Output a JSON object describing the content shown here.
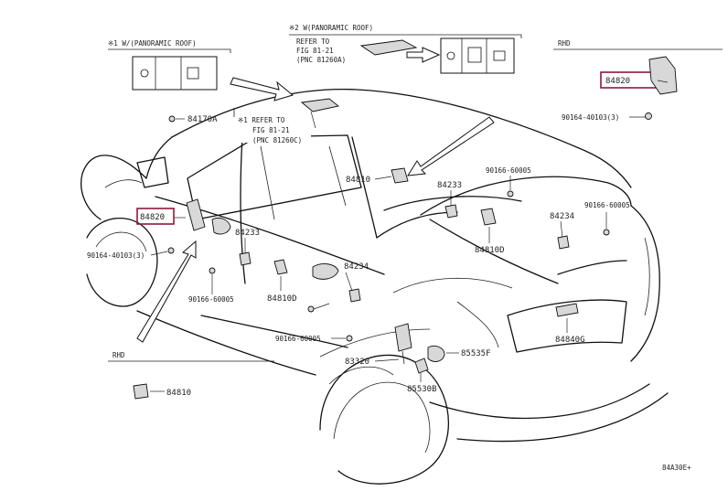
{
  "diagram": {
    "note_panorama_left": "※1 W/(PANORAMIC ROOF)",
    "note_panorama_top": "※2 W(PANORAMIC ROOF)",
    "refer_top": [
      "REFER TO",
      "FIG 81-21",
      "(PNC 81260A)"
    ],
    "refer_mid_line1": "※1 REFER TO",
    "refer_mid_line2": "FIG 81-21",
    "refer_mid_line3": "(PNC 81260C)",
    "rhd_top": "RHD",
    "rhd_bottom": "RHD",
    "diagram_code": "84A30E+",
    "labels": {
      "p84820_right": "84820",
      "p84820_left": "84820",
      "p84170A": "84170A",
      "p90164_right": "90164-40103(3)",
      "p90164_left": "90164-40103(3)",
      "p84810": "84810",
      "p84233_mid": "84233",
      "p84233_left": "84233",
      "p90166_top": "90166-60005",
      "p90166_right": "90166-60005",
      "p90166_left": "90166-60005",
      "p90166_bottom": "90166-60005",
      "p84234_right": "84234",
      "p84234_left": "84234",
      "p84810D_right": "84810D",
      "p84810D_left": "84810D",
      "p84840G": "84840G",
      "p85535F": "85535F",
      "p83320": "83320",
      "p85530B": "85530B",
      "p84810_rhd": "84810"
    }
  }
}
